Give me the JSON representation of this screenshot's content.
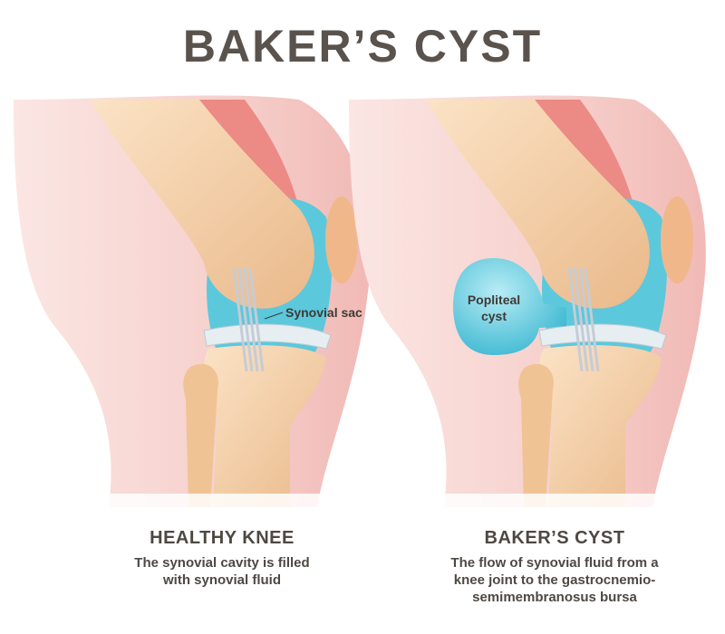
{
  "title": "BAKER’S CYST",
  "panels": [
    {
      "heading": "HEALTHY KNEE",
      "description_lines": [
        "The synovial cavity is filled",
        "with synovial fluid"
      ],
      "label": "Synovial sac"
    },
    {
      "heading": "BAKER’S CYST",
      "description_lines": [
        "The flow of synovial fluid from a",
        "knee joint to the gastrocnemio-",
        "semimembranosus bursa"
      ],
      "label_lines": [
        "Popliteal",
        "cyst"
      ]
    }
  ],
  "colors": {
    "text": "#4e4843",
    "skin": "#f6d3cf",
    "bone": "#f2c89a",
    "muscle": "#ec8a86",
    "synovial": "#5cc8dc",
    "cartilage": "#e6eef2"
  }
}
